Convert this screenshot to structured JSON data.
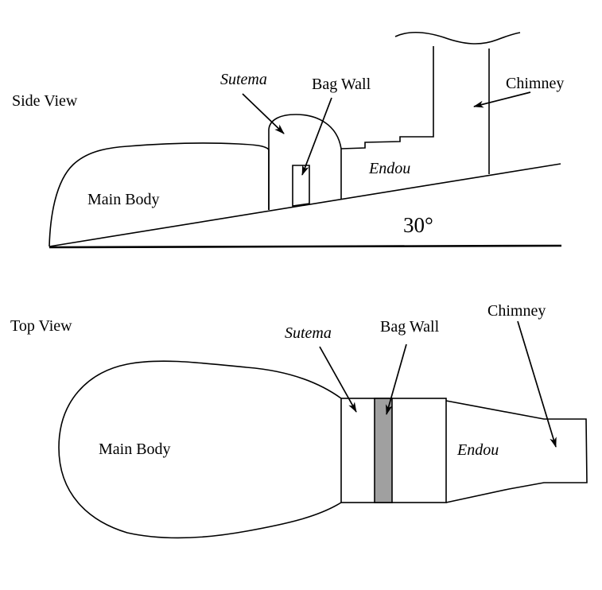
{
  "colors": {
    "line": "#000000",
    "bag_wall_fill": "#a0a0a0",
    "background": "#ffffff"
  },
  "side_view": {
    "title": "Side View",
    "labels": {
      "sutema": "Sutema",
      "bag_wall": "Bag Wall",
      "chimney": "Chimney",
      "main_body": "Main Body",
      "endou": "Endou",
      "slope_angle": "30°"
    }
  },
  "top_view": {
    "title": "Top View",
    "labels": {
      "sutema": "Sutema",
      "bag_wall": "Bag Wall",
      "chimney": "Chimney",
      "main_body": "Main Body",
      "endou": "Endou"
    }
  }
}
